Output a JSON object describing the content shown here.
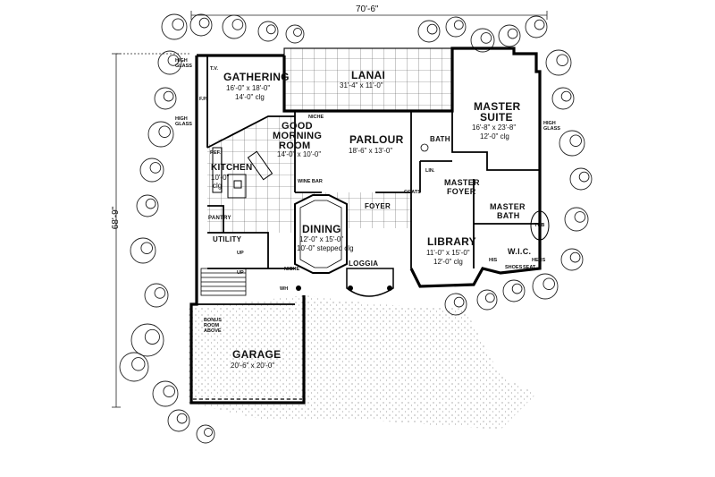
{
  "dimensions": {
    "width": "70'-6\"",
    "depth": "68'-9\""
  },
  "rooms": {
    "gathering": {
      "name": "GATHERING",
      "size": "16'-0\" x 18'-0\"",
      "ceiling": "14'-0\" clg"
    },
    "lanai": {
      "name": "LANAI",
      "size": "31'-4\" x 11'-0\""
    },
    "master_suite": {
      "name_line1": "MASTER",
      "name_line2": "SUITE",
      "size": "16'-8\" x 23'-8\"",
      "ceiling": "12'-0\" clg"
    },
    "good_morning": {
      "name_line1": "GOOD",
      "name_line2": "MORNING",
      "name_line3": "ROOM",
      "size": "14'-0\" x 10'-0\""
    },
    "parlour": {
      "name": "PARLOUR",
      "size": "18'-6\" x 13'-0\""
    },
    "kitchen": {
      "name": "KITCHEN",
      "ceiling_line1": "10'-0\"",
      "ceiling_line2": "clg"
    },
    "dining": {
      "name": "DINING",
      "size": "12'-0\" x 15'-0\"",
      "ceiling": "10'-0\" stepped clg"
    },
    "library": {
      "name": "LIBRARY",
      "size": "11'-0\" x 15'-0\"",
      "ceiling": "12'-0\" clg"
    },
    "master_foyer": {
      "name_line1": "MASTER",
      "name_line2": "FOYER"
    },
    "master_bath": {
      "name_line1": "MASTER",
      "name_line2": "BATH"
    },
    "garage": {
      "name": "GARAGE",
      "size": "20'-6\" x 20'-0\""
    },
    "utility": {
      "name": "UTILITY"
    },
    "loggia": {
      "name": "LOGGIA"
    },
    "foyer": {
      "name": "FOYER"
    },
    "bath": {
      "name": "BATH"
    },
    "pantry": {
      "name": "PANTRY"
    },
    "wic": {
      "name": "W.I.C."
    }
  },
  "labels": {
    "high_glass": "HIGH GLASS",
    "tv": "T.V.",
    "fp": "F.P.",
    "ref": "REF.",
    "niche": "NICHE",
    "wine_bar": "WINE BAR",
    "coats": "COATS",
    "up": "UP",
    "wh": "WH",
    "lin": "LIN.",
    "tub": "TUB",
    "his": "HIS",
    "hers": "HERS",
    "shoes": "SHOES",
    "seat": "SEAT",
    "bonus_room_line1": "BONUS",
    "bonus_room_line2": "ROOM",
    "bonus_room_line3": "ABOVE"
  }
}
